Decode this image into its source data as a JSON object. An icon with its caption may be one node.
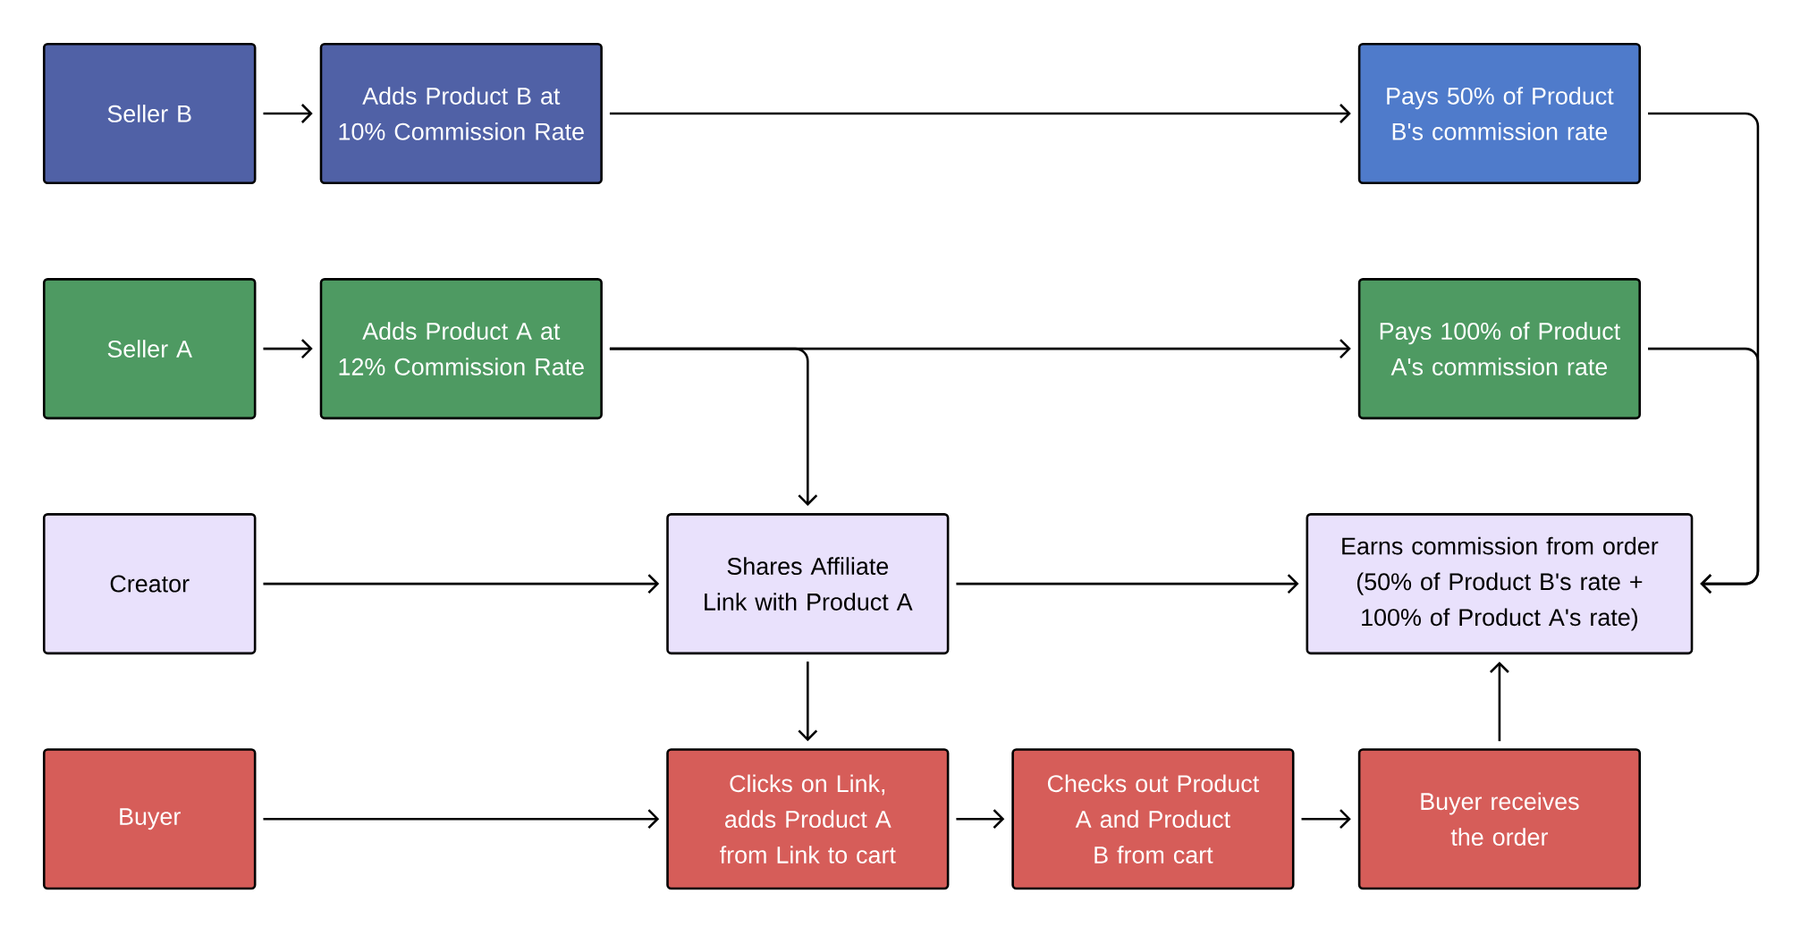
{
  "diagram": {
    "nodes": [
      {
        "text": [
          "Seller B"
        ]
      },
      {
        "text": [
          "Adds Product B at 10% Commission Rate"
        ]
      },
      {
        "text": [
          "Pays 50% of Product B's commission rate"
        ]
      },
      {
        "text": [
          "Seller A"
        ]
      },
      {
        "text": [
          "Adds Product A at 12% Commission Rate"
        ]
      },
      {
        "text": [
          "Pays 100% of Product A's commission rate"
        ]
      },
      {
        "text": [
          "Creator"
        ]
      },
      {
        "text": [
          "Shares Affiliate Link with Product A"
        ]
      },
      {
        "text": [
          "Earns commission from order (50% of Product B's rate + 100% of Product A's rate)"
        ]
      },
      {
        "text": [
          "Buyer"
        ]
      },
      {
        "text": [
          "Clicks on Link, adds Product A from Link to cart"
        ]
      },
      {
        "text": [
          "Checks out Product A and Product B from cart"
        ]
      },
      {
        "text": [
          "Buyer receives the order"
        ]
      }
    ],
    "edges": [
      {
        "from": 0,
        "to": 1,
        "arrow": "to"
      },
      {
        "from": 1,
        "to": 2,
        "arrow": "to"
      },
      {
        "from": 3,
        "to": 4,
        "arrow": "to"
      },
      {
        "from": 4,
        "to": 5,
        "arrow": "to"
      },
      {
        "from": 4,
        "to": 7,
        "arrow": "to"
      },
      {
        "from": 6,
        "to": 7,
        "arrow": "to"
      },
      {
        "from": 7,
        "to": 8,
        "arrow": "to"
      },
      {
        "from": 2,
        "to": 8,
        "arrow": "to"
      },
      {
        "from": 5,
        "to": 8,
        "arrow": "to"
      },
      {
        "from": 7,
        "to": 10,
        "arrow": "to"
      },
      {
        "from": 9,
        "to": 10,
        "arrow": "to"
      },
      {
        "from": 10,
        "to": 11,
        "arrow": "to"
      },
      {
        "from": 11,
        "to": 12,
        "arrow": "to"
      },
      {
        "from": 12,
        "to": 8,
        "arrow": "to"
      }
    ]
  }
}
